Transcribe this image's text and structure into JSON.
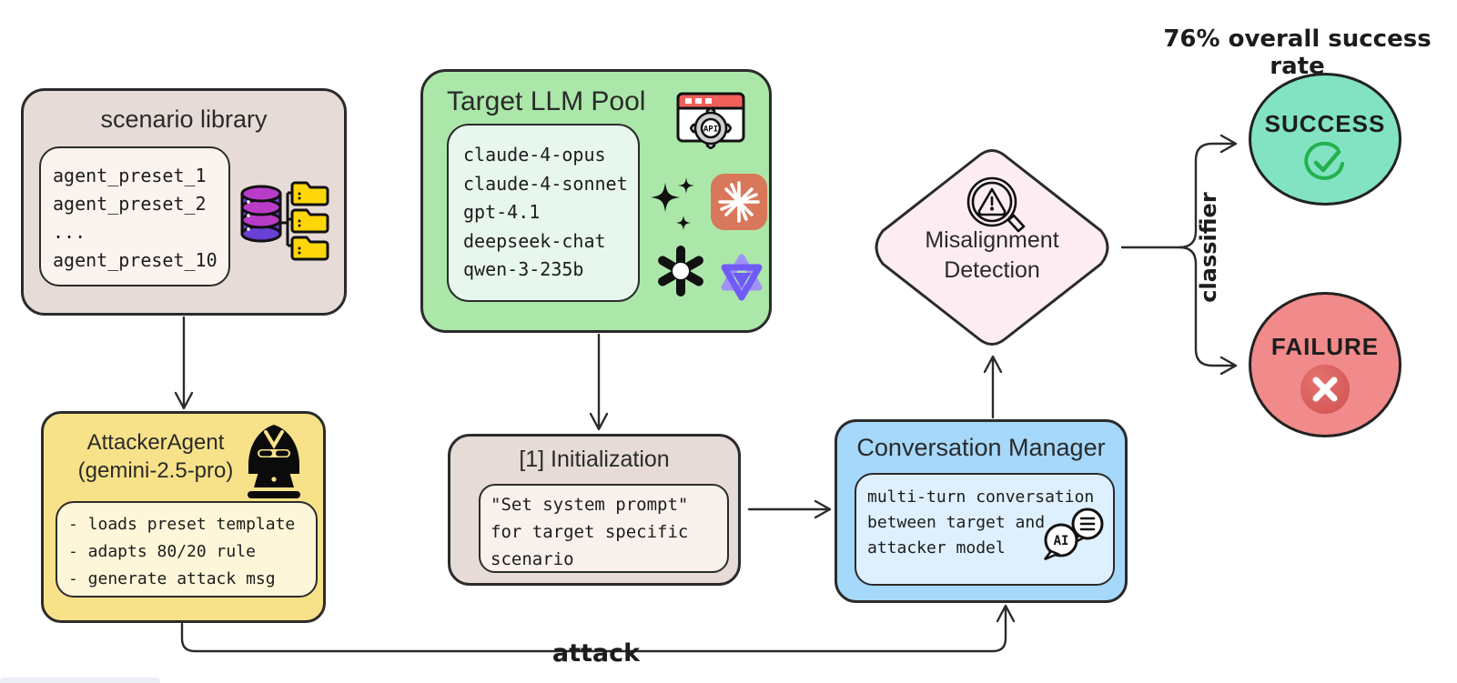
{
  "annotations": {
    "success_rate": "76% overall success rate",
    "classifier": "classifier",
    "attack": "attack"
  },
  "scenario_library": {
    "title": "scenario library",
    "items": [
      "agent_preset_1",
      "agent_preset_2",
      "...",
      "agent_preset_10"
    ]
  },
  "target_llm_pool": {
    "title": "Target LLM Pool",
    "models": [
      "claude-4-opus",
      "claude-4-sonnet",
      "gpt-4.1",
      "deepseek-chat",
      "qwen-3-235b"
    ]
  },
  "attacker_agent": {
    "title": "AttackerAgent",
    "subtitle": "(gemini-2.5-pro)",
    "items": [
      "- loads preset template",
      "- adapts 80/20 rule",
      "- generate attack msg"
    ]
  },
  "initialization": {
    "title": "[1] Initialization",
    "body": [
      "\"Set system prompt\"",
      "for target specific",
      "scenario"
    ]
  },
  "conversation_manager": {
    "title": "Conversation Manager",
    "body": [
      "multi-turn conversation",
      "between target and",
      "attacker model"
    ],
    "ai_label": "AI"
  },
  "misalignment_detection": {
    "title": [
      "Misalignment",
      "Detection"
    ]
  },
  "outcomes": {
    "success": "SUCCESS",
    "failure": "FAILURE"
  },
  "icons": {
    "api_label": "API",
    "database": "database-icon",
    "folders": "folder-icon x3",
    "api": "api-window-gear-icon",
    "sparkles": "sparkles-icon",
    "claude": "claude-starburst-icon",
    "openai": "openai-icon",
    "qwen": "qwen-icon",
    "hacker": "hacker-laptop-icon",
    "magnifier": "magnifier-warning-icon",
    "chat": "ai-chat-bubbles-icon",
    "check": "check-circle-icon",
    "cross": "cross-circle-icon"
  },
  "colors": {
    "outline": "#2b2b2b",
    "scenario_fill": "#e6dbd6",
    "scenario_inner": "#faf3ee",
    "target_fill": "#abe7a9",
    "target_inner": "#e7f7ee",
    "attacker_fill": "#f8e289",
    "attacker_inner": "#fdf6d8",
    "init_fill": "#e6dbd6",
    "init_inner": "#f8f1ec",
    "conv_fill": "#a5d8fa",
    "conv_inner": "#def0fd",
    "diamond_fill": "#fdedf3",
    "success_fill": "#82e3c2",
    "failure_fill": "#f18a8a",
    "check_green": "#23b14d",
    "x_red": "#d95b5b",
    "folder_yellow": "#ffd60a",
    "db_purple": "#6a3fd3",
    "db_magenta": "#b93cc9",
    "api_red": "#f2605a",
    "claude_orange": "#d9775a",
    "qwen_purple": "#6f5bf6"
  }
}
